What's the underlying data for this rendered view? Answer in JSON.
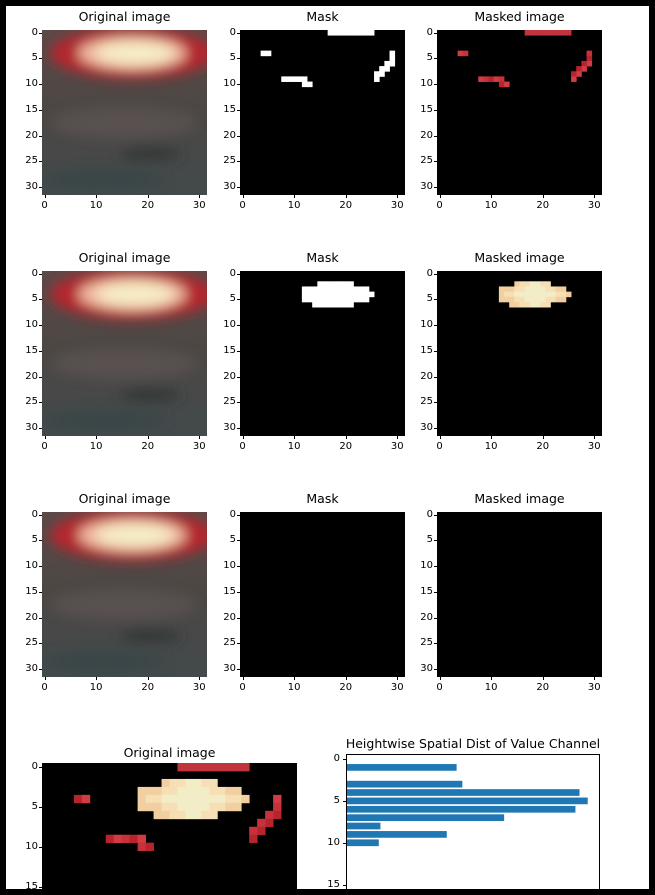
{
  "figure": {
    "rows": [
      {
        "panels": [
          {
            "title": "Original image",
            "kind": "photo",
            "mask": null
          },
          {
            "title": "Mask",
            "kind": "mask",
            "mask": "noise"
          },
          {
            "title": "Masked image",
            "kind": "masked",
            "mask": "noise"
          }
        ]
      },
      {
        "panels": [
          {
            "title": "Original image",
            "kind": "photo",
            "mask": null
          },
          {
            "title": "Mask",
            "kind": "mask",
            "mask": "core"
          },
          {
            "title": "Masked image",
            "kind": "masked",
            "mask": "core"
          }
        ]
      },
      {
        "panels": [
          {
            "title": "Original image",
            "kind": "photo",
            "mask": null
          },
          {
            "title": "Mask",
            "kind": "mask",
            "mask": "empty"
          },
          {
            "title": "Masked image",
            "kind": "masked",
            "mask": "empty"
          }
        ]
      }
    ],
    "image_axes": {
      "x_ticks": [
        "0",
        "10",
        "20",
        "30"
      ],
      "y_ticks": [
        "0",
        "5",
        "10",
        "15",
        "20",
        "25",
        "30"
      ]
    },
    "masks": {
      "noise": [
        [
          17,
          0
        ],
        [
          18,
          0
        ],
        [
          19,
          0
        ],
        [
          20,
          0
        ],
        [
          21,
          0
        ],
        [
          22,
          0
        ],
        [
          23,
          0
        ],
        [
          24,
          0
        ],
        [
          25,
          0
        ],
        [
          4,
          4
        ],
        [
          5,
          4
        ],
        [
          29,
          4
        ],
        [
          29,
          5
        ],
        [
          29,
          6
        ],
        [
          28,
          6
        ],
        [
          28,
          7
        ],
        [
          27,
          7
        ],
        [
          27,
          8
        ],
        [
          26,
          8
        ],
        [
          26,
          9
        ],
        [
          8,
          9
        ],
        [
          9,
          9
        ],
        [
          10,
          9
        ],
        [
          11,
          9
        ],
        [
          12,
          9
        ],
        [
          12,
          10
        ],
        [
          13,
          10
        ]
      ],
      "core": [
        [
          15,
          2
        ],
        [
          16,
          2
        ],
        [
          17,
          2
        ],
        [
          18,
          2
        ],
        [
          19,
          2
        ],
        [
          20,
          2
        ],
        [
          21,
          2
        ],
        [
          12,
          3
        ],
        [
          13,
          3
        ],
        [
          14,
          3
        ],
        [
          15,
          3
        ],
        [
          16,
          3
        ],
        [
          17,
          3
        ],
        [
          18,
          3
        ],
        [
          19,
          3
        ],
        [
          20,
          3
        ],
        [
          21,
          3
        ],
        [
          22,
          3
        ],
        [
          23,
          3
        ],
        [
          24,
          3
        ],
        [
          12,
          4
        ],
        [
          13,
          4
        ],
        [
          14,
          4
        ],
        [
          15,
          4
        ],
        [
          16,
          4
        ],
        [
          17,
          4
        ],
        [
          18,
          4
        ],
        [
          19,
          4
        ],
        [
          20,
          4
        ],
        [
          21,
          4
        ],
        [
          22,
          4
        ],
        [
          23,
          4
        ],
        [
          24,
          4
        ],
        [
          25,
          4
        ],
        [
          12,
          5
        ],
        [
          13,
          5
        ],
        [
          14,
          5
        ],
        [
          15,
          5
        ],
        [
          16,
          5
        ],
        [
          17,
          5
        ],
        [
          18,
          5
        ],
        [
          19,
          5
        ],
        [
          20,
          5
        ],
        [
          21,
          5
        ],
        [
          22,
          5
        ],
        [
          23,
          5
        ],
        [
          24,
          5
        ],
        [
          14,
          6
        ],
        [
          15,
          6
        ],
        [
          16,
          6
        ],
        [
          17,
          6
        ],
        [
          18,
          6
        ],
        [
          19,
          6
        ],
        [
          20,
          6
        ],
        [
          21,
          6
        ]
      ],
      "empty": []
    },
    "combined": {
      "title": "Original image",
      "x_ticks": [],
      "y_ticks": [
        "0",
        "5",
        "10",
        "15"
      ]
    }
  },
  "chart_data": {
    "type": "bar",
    "orientation": "horizontal",
    "title": "Heightwise Spatial Dist of Value Channel",
    "xlabel": "",
    "ylabel": "",
    "categories": [
      0,
      1,
      2,
      3,
      4,
      5,
      6,
      7,
      8,
      9,
      10,
      11,
      12,
      13,
      14,
      15
    ],
    "values": [
      0,
      1.35,
      0,
      1.42,
      2.85,
      2.95,
      2.8,
      1.93,
      0.42,
      1.23,
      0.4,
      0,
      0,
      0,
      0,
      0
    ],
    "xlim": [
      0,
      3.1
    ],
    "ylim": [
      -0.6,
      15.4
    ],
    "y_ticks": [
      "0",
      "5",
      "10",
      "15"
    ],
    "bar_color": "#1f77b4",
    "grid": false
  }
}
